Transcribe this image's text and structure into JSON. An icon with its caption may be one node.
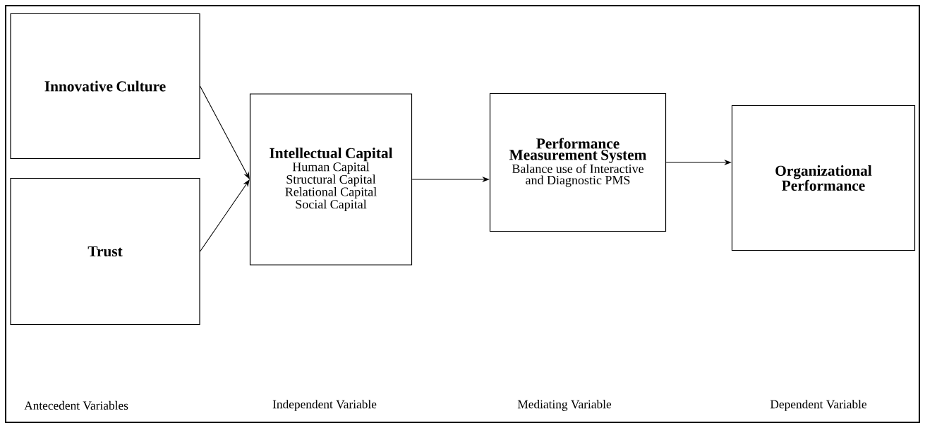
{
  "diagram": {
    "nodes": [
      {
        "text": [
          "Innovative Culture"
        ]
      },
      {
        "text": [
          "Trust"
        ]
      },
      {
        "text": [
          "Intellectual Capital",
          "Human Capital",
          "Structural Capital",
          "Relational Capital",
          "Social Capital"
        ]
      },
      {
        "text": [
          "Performance Measurement System",
          "Balance use of Interactive and Diagnostic PMS"
        ]
      },
      {
        "text": [
          "Organizational Performance"
        ]
      }
    ],
    "edges": [
      {
        "from": 0,
        "to": 2,
        "arrow": "to"
      },
      {
        "from": 1,
        "to": 2,
        "arrow": "to"
      },
      {
        "from": 2,
        "to": 3,
        "arrow": "to"
      },
      {
        "from": 3,
        "to": 4,
        "arrow": "to"
      }
    ],
    "labels": [
      "Antecedent Variables",
      "Independent Variable",
      "Mediating Variable",
      "Dependent Variable"
    ]
  }
}
